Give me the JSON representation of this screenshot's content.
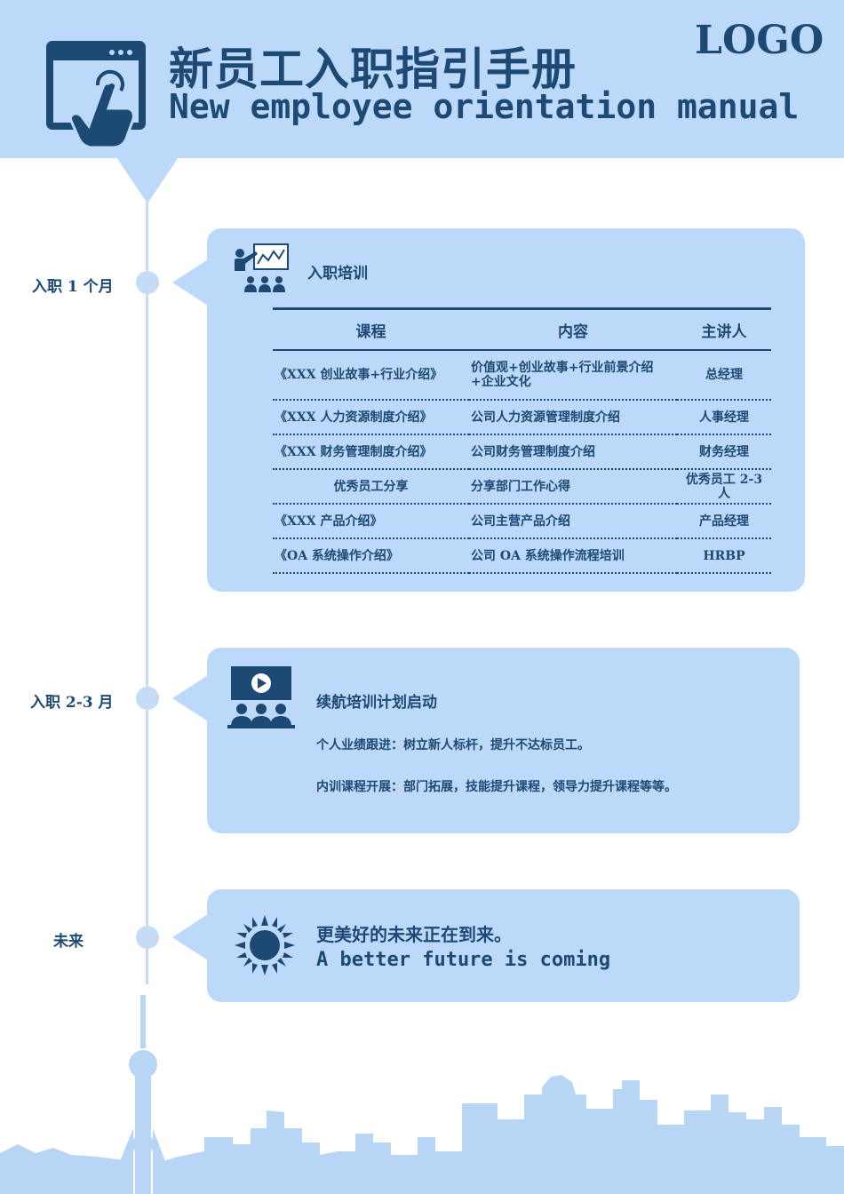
{
  "header": {
    "title_cn": "新员工入职指引手册",
    "title_en": "New employee orientation manual",
    "logo": "LOGO",
    "icon": "hand-click-window-icon"
  },
  "stages": [
    {
      "label": "入职 1 个月",
      "title": "入职培训",
      "icon": "presentation-training-icon",
      "table": {
        "headers": [
          "课程",
          "内容",
          "主讲人"
        ],
        "rows": [
          [
            "《XXX 创业故事+行业介绍》",
            "价值观+创业故事+行业前景介绍+企业文化",
            "总经理"
          ],
          [
            "《XXX 人力资源制度介绍》",
            "公司人力资源管理制度介绍",
            "人事经理"
          ],
          [
            "《XXX 财务管理制度介绍》",
            "公司财务管理制度介绍",
            "财务经理"
          ],
          [
            "优秀员工分享",
            "分享部门工作心得",
            "优秀员工 2-3 人"
          ],
          [
            "《XXX 产品介绍》",
            "公司主营产品介绍",
            "产品经理"
          ],
          [
            "《OA 系统操作介绍》",
            "公司 OA 系统操作流程培训",
            "HRBP"
          ]
        ]
      }
    },
    {
      "label": "入职 2-3 月",
      "title": "续航培训计划启动",
      "icon": "video-classroom-icon",
      "lines": [
        "个人业绩跟进：树立新人标杆，提升不达标员工。",
        "内训课程开展：部门拓展，技能提升课程，领导力提升课程等等。"
      ]
    },
    {
      "label": "未来",
      "icon": "sun-icon",
      "text_cn": "更美好的未来正在到来。",
      "text_en": "A better future is coming"
    }
  ],
  "colors": {
    "primary": "#1d4a74",
    "light": "#bcd9fa",
    "line": "#c4dcf6",
    "skyline": "#b8d5f5"
  }
}
